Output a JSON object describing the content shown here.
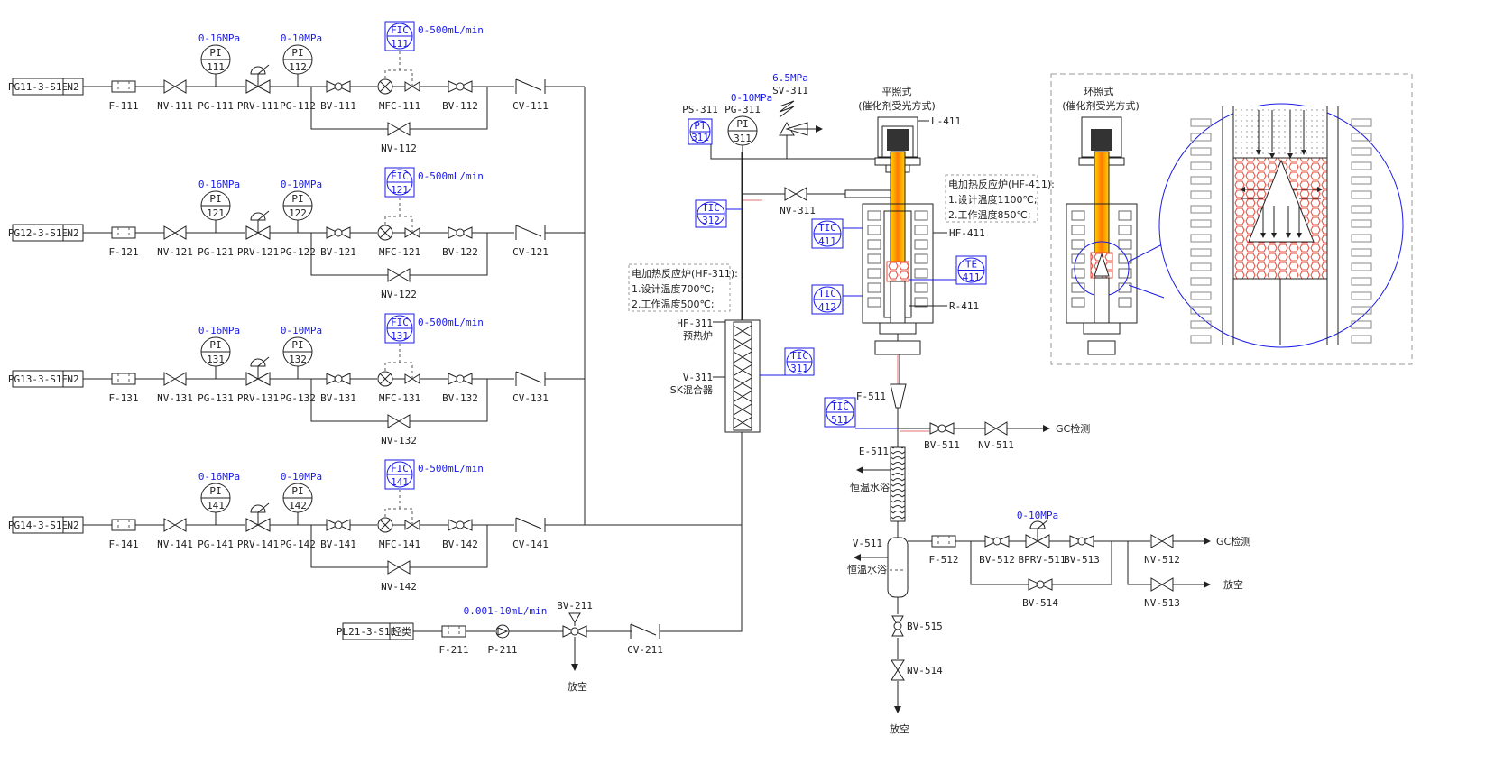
{
  "lines": [
    {
      "src": "PG11-3-S1E",
      "gas": "N2",
      "filter": "F-111",
      "nv_in": "NV-111",
      "pg_in": "PG-111",
      "prv": "PRV-111",
      "pg_out": "PG-112",
      "bv_in": "BV-111",
      "mfc": "MFC-111",
      "bv_out": "BV-112",
      "cv": "CV-111",
      "bypass": "NV-112",
      "pi_in": "111",
      "pi_out": "112",
      "fic": "111",
      "range_in": "0-16MPa",
      "range_out": "0-10MPa",
      "flow": "0-500mL/min"
    },
    {
      "src": "PG12-3-S1E",
      "gas": "N2",
      "filter": "F-121",
      "nv_in": "NV-121",
      "pg_in": "PG-121",
      "prv": "PRV-121",
      "pg_out": "PG-122",
      "bv_in": "BV-121",
      "mfc": "MFC-121",
      "bv_out": "BV-122",
      "cv": "CV-121",
      "bypass": "NV-122",
      "pi_in": "121",
      "pi_out": "122",
      "fic": "121",
      "range_in": "0-16MPa",
      "range_out": "0-10MPa",
      "flow": "0-500mL/min"
    },
    {
      "src": "PG13-3-S1E",
      "gas": "N2",
      "filter": "F-131",
      "nv_in": "NV-131",
      "pg_in": "PG-131",
      "prv": "PRV-131",
      "pg_out": "PG-132",
      "bv_in": "BV-131",
      "mfc": "MFC-131",
      "bv_out": "BV-132",
      "cv": "CV-131",
      "bypass": "NV-132",
      "pi_in": "131",
      "pi_out": "132",
      "fic": "131",
      "range_in": "0-16MPa",
      "range_out": "0-10MPa",
      "flow": "0-500mL/min"
    },
    {
      "src": "PG14-3-S1E",
      "gas": "N2",
      "filter": "F-141",
      "nv_in": "NV-141",
      "pg_in": "PG-141",
      "prv": "PRV-141",
      "pg_out": "PG-142",
      "bv_in": "BV-141",
      "mfc": "MFC-141",
      "bv_out": "BV-142",
      "cv": "CV-141",
      "bypass": "NV-142",
      "pi_in": "141",
      "pi_out": "142",
      "fic": "141",
      "range_in": "0-16MPa",
      "range_out": "0-10MPa",
      "flow": "0-500mL/min"
    }
  ],
  "tag": {
    "pi": "PI",
    "fic": "FIC",
    "pt": "PT",
    "tic": "TIC",
    "te": "TE"
  },
  "liquid": {
    "src": "PL21-3-S1E",
    "kind": "烃类",
    "filter": "F-211",
    "pump": "P-211",
    "flow": "0.001-10mL/min",
    "valve": "BV-211",
    "cv": "CV-211",
    "vent": "放空"
  },
  "mix": {
    "ps": "PS-311",
    "pt_num": "311",
    "pg": "PG-311",
    "pg_range": "0-10MPa",
    "pi_num": "311",
    "sv_press": "6.5MPa",
    "sv": "SV-311",
    "nv": "NV-311",
    "tic_312": "312",
    "tic_311": "311",
    "hf311_note": [
      "电加热反应炉(HF-311):",
      "1.设计温度700℃;",
      "2.工作温度500℃;"
    ],
    "hf311": "HF-311",
    "hf311_name": "预热炉",
    "v311": "V-311",
    "v311_name": "SK混合器"
  },
  "reactor": {
    "mode1": "平照式",
    "mode1_sub": "(催化剂受光方式)",
    "l411": "L-411",
    "hf411": "HF-411",
    "r411": "R-411",
    "tic_411": "411",
    "tic_412": "412",
    "te_411": "411",
    "note": [
      "电加热反应炉(HF-411):",
      "1.设计温度1100℃;",
      "2.工作温度850℃;"
    ],
    "mode2": "环照式",
    "mode2_sub": "(催化剂受光方式)"
  },
  "outlet": {
    "f511": "F-511",
    "tic_511": "511",
    "bv511": "BV-511",
    "nv511": "NV-511",
    "gc1": "GC检测",
    "e511": "E-511",
    "bath1": "恒温水浴",
    "v511": "V-511",
    "bath2": "恒温水浴",
    "f512": "F-512",
    "bv512": "BV-512",
    "bprv_range": "0-10MPa",
    "bprv": "BPRV-511",
    "bv513": "BV-513",
    "bv514": "BV-514",
    "nv512": "NV-512",
    "gc2": "GC检测",
    "nv513": "NV-513",
    "vent1": "放空",
    "bv515": "BV-515",
    "nv514": "NV-514",
    "vent2": "放空"
  },
  "colors": {
    "line": "#222222",
    "instrument": "#1a1ae6",
    "reactor_core": "#f5a623",
    "catalyst": "#e74c3c"
  }
}
